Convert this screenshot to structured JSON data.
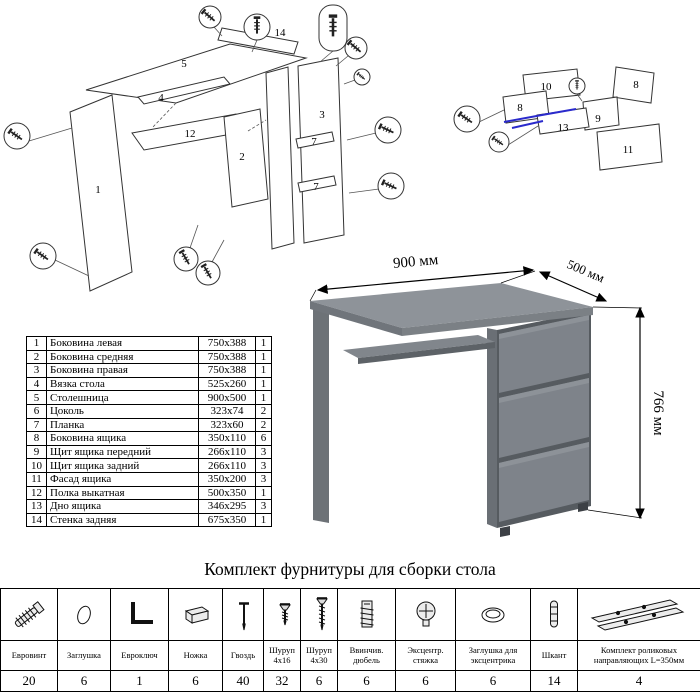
{
  "parts": {
    "rows": [
      {
        "num": "1",
        "name": "Боковина левая",
        "size": "750x388",
        "qty": "1"
      },
      {
        "num": "2",
        "name": "Боковина средняя",
        "size": "750x388",
        "qty": "1"
      },
      {
        "num": "3",
        "name": "Боковина правая",
        "size": "750x388",
        "qty": "1"
      },
      {
        "num": "4",
        "name": "Вязка стола",
        "size": "525x260",
        "qty": "1"
      },
      {
        "num": "5",
        "name": "Столешница",
        "size": "900x500",
        "qty": "1"
      },
      {
        "num": "6",
        "name": "Цоколь",
        "size": "323x74",
        "qty": "2"
      },
      {
        "num": "7",
        "name": "Планка",
        "size": "323x60",
        "qty": "2"
      },
      {
        "num": "8",
        "name": "Боковина ящика",
        "size": "350x110",
        "qty": "6"
      },
      {
        "num": "9",
        "name": "Щит ящика передний",
        "size": "266x110",
        "qty": "3"
      },
      {
        "num": "10",
        "name": "Щит ящика задний",
        "size": "266x110",
        "qty": "3"
      },
      {
        "num": "11",
        "name": "Фасад ящика",
        "size": "350x200",
        "qty": "3"
      },
      {
        "num": "12",
        "name": "Полка выкатная",
        "size": "500x350",
        "qty": "1"
      },
      {
        "num": "13",
        "name": "Дно ящика",
        "size": "346x295",
        "qty": "3"
      },
      {
        "num": "14",
        "name": "Стенка задняя",
        "size": "675x350",
        "qty": "1"
      }
    ]
  },
  "desk": {
    "width": "900 мм",
    "depth": "500 мм",
    "height": "766 мм"
  },
  "diagrams": {
    "desk_labels": [
      "14",
      "5",
      "4",
      "12",
      "2",
      "1",
      "3",
      "7",
      "7"
    ],
    "drawer_labels": [
      "10",
      "8",
      "8",
      "9",
      "13",
      "11"
    ]
  },
  "hardware": {
    "title": "Комплект фурнитуры для сборки стола",
    "items": [
      {
        "name": "Евровинт",
        "qty": "20",
        "icon": "euro-screw-icon"
      },
      {
        "name": "Заглушка",
        "qty": "6",
        "icon": "plug-icon"
      },
      {
        "name": "Евроключ",
        "qty": "1",
        "icon": "hex-key-icon"
      },
      {
        "name": "Ножка",
        "qty": "6",
        "icon": "leg-icon"
      },
      {
        "name": "Гвоздь",
        "qty": "40",
        "icon": "nail-icon"
      },
      {
        "name": "Шуруп 4x16",
        "qty": "32",
        "icon": "screw-short-icon"
      },
      {
        "name": "Шуруп 4x30",
        "qty": "6",
        "icon": "screw-long-icon"
      },
      {
        "name": "Ввинчив. дюбель",
        "qty": "6",
        "icon": "screw-dowel-icon"
      },
      {
        "name": "Эксцентр. стяжка",
        "qty": "6",
        "icon": "cam-lock-icon"
      },
      {
        "name": "Заглушка для эксцентрика",
        "qty": "6",
        "icon": "cam-cap-icon"
      },
      {
        "name": "Шкант",
        "qty": "14",
        "icon": "wood-dowel-icon"
      },
      {
        "name": "Комплект роликовых направляющих L=350мм",
        "qty": "4",
        "icon": "roller-guides-icon"
      }
    ]
  }
}
